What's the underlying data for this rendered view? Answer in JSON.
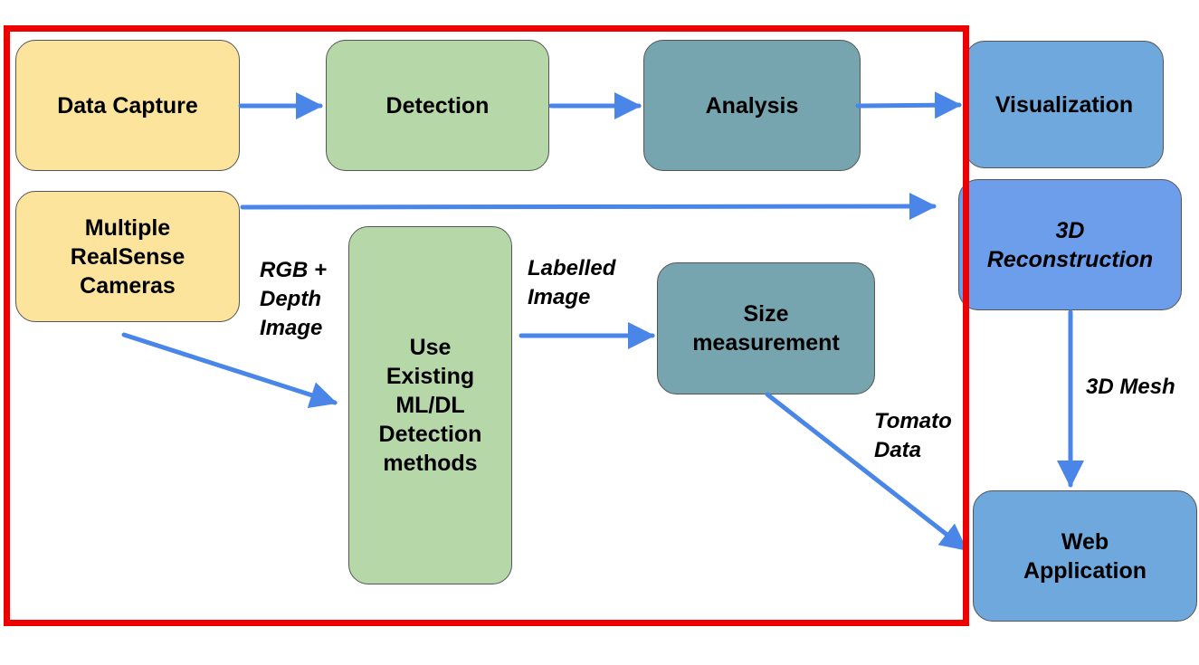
{
  "colors": {
    "capture": "#fce49d",
    "detection": "#b6d7a8",
    "analysis": "#76a5af",
    "visual": "#6fa8dc",
    "reconstruction": "#6d9eeb",
    "arrow": "#4a86e8",
    "frame": "#ee0000"
  },
  "nodes": {
    "data_capture": "Data Capture",
    "detection": "Detection",
    "analysis": "Analysis",
    "visualization": "Visualization",
    "cameras": "Multiple\nRealSense\nCameras",
    "use_existing": "Use\nExisting\nML/DL\nDetection\nmethods",
    "size_measurement": "Size\nmeasurement",
    "reconstruction": "3D\nReconstruction",
    "web_app": "Web\nApplication"
  },
  "labels": {
    "rgb_depth": "RGB +\nDepth\nImage",
    "labelled_image": "Labelled\nImage",
    "tomato_data": "Tomato\nData",
    "mesh": "3D Mesh"
  }
}
